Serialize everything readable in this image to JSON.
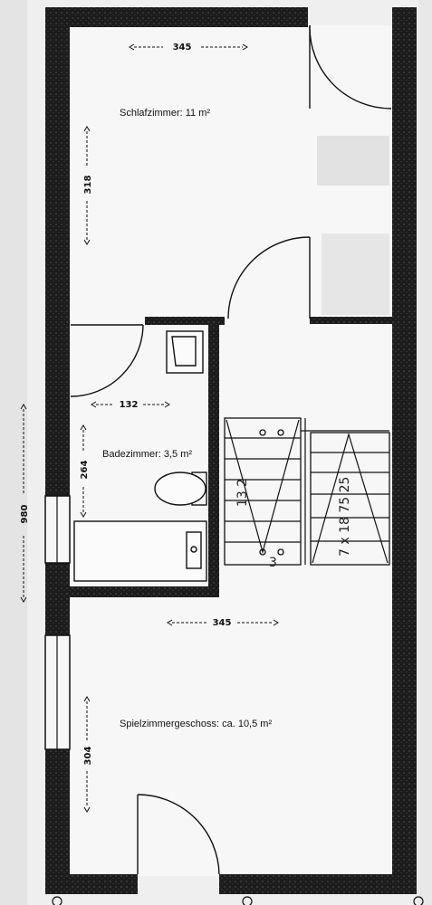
{
  "rooms": {
    "schlafzimmer": "Schlafzimmer: 11 m²",
    "badezimmer": "Badezimmer: 3,5 m²",
    "spielzimmer": "Spielzimmergeschoss: ca. 10,5 m²"
  },
  "dimensions": {
    "top_width": "345",
    "top_height": "318",
    "bath_width": "132",
    "bath_height": "264",
    "total_height": "980",
    "bottom_width": "345",
    "bottom_height": "304"
  },
  "stair_notes": {
    "left_run": "13 2",
    "right_run": "7 x 18 75 25",
    "bottom_mark": "3"
  },
  "colors": {
    "wall": "#1a1a1a",
    "floor": "#f7f7f7",
    "paper": "#f1f1f1",
    "line": "#111111"
  }
}
